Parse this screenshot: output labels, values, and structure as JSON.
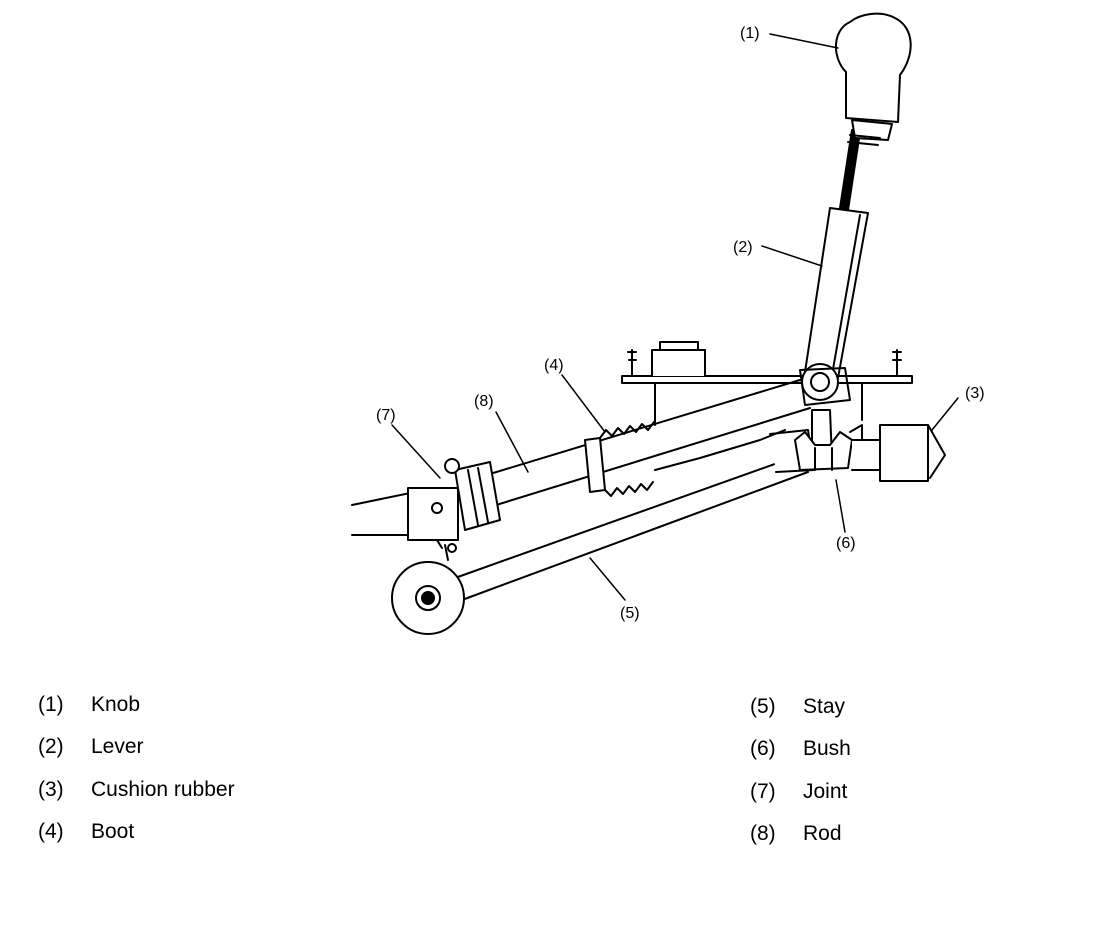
{
  "callouts": {
    "c1": "(1)",
    "c2": "(2)",
    "c3": "(3)",
    "c4": "(4)",
    "c5": "(5)",
    "c6": "(6)",
    "c7": "(7)",
    "c8": "(8)"
  },
  "legend": {
    "left": [
      {
        "num": "(1)",
        "name": "Knob"
      },
      {
        "num": "(2)",
        "name": "Lever"
      },
      {
        "num": "(3)",
        "name": "Cushion rubber"
      },
      {
        "num": "(4)",
        "name": "Boot"
      }
    ],
    "right": [
      {
        "num": "(5)",
        "name": "Stay"
      },
      {
        "num": "(6)",
        "name": "Bush"
      },
      {
        "num": "(7)",
        "name": "Joint"
      },
      {
        "num": "(8)",
        "name": "Rod"
      }
    ]
  }
}
